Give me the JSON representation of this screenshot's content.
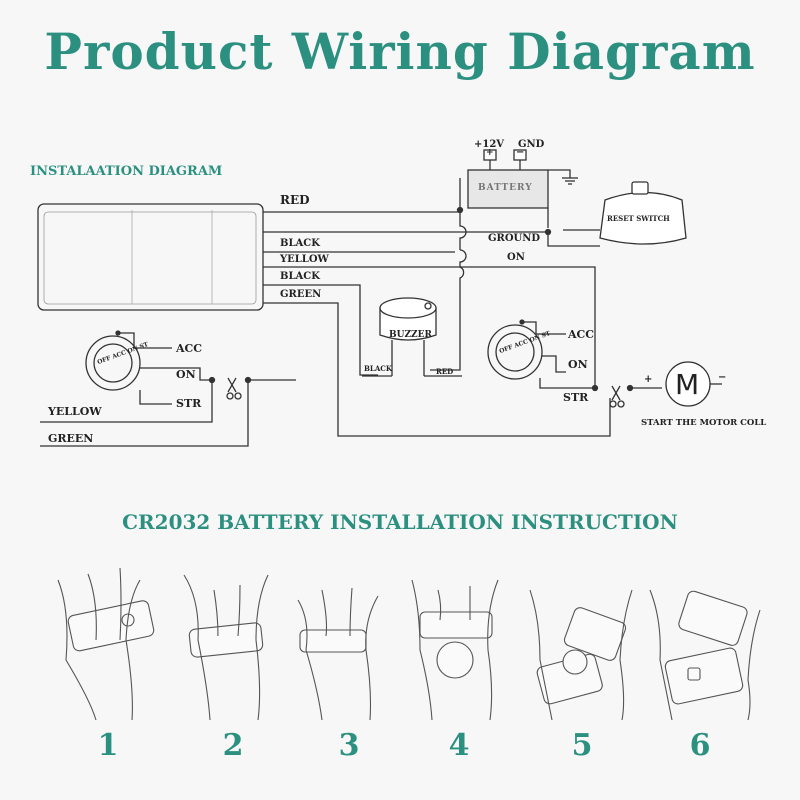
{
  "title": "Product Wiring Diagram",
  "install_diagram_label": "INSTALAATION DIAGRAM",
  "wires": {
    "red": "RED",
    "black1": "BLACK",
    "yellow": "YELLOW",
    "black2": "BLACK",
    "green": "GREEN",
    "ground": "GROUND",
    "on": "ON"
  },
  "battery": {
    "plus": "+12V",
    "gnd": "GND",
    "plus_sign": "+",
    "minus_sign": "−",
    "label": "BATTERY"
  },
  "reset_switch": "RESET SWITCH",
  "buzzer": {
    "label": "BUZZER",
    "black": "BLACK",
    "red": "RED"
  },
  "ignition_left": {
    "acc": "ACC",
    "on": "ON",
    "str": "STR",
    "yellow": "YELLOW",
    "green": "GREEN",
    "dial": "OFF ACC ON ST"
  },
  "ignition_right": {
    "acc": "ACC",
    "on": "ON",
    "str": "STR",
    "dial": "OFF ACC ON ST"
  },
  "motor": {
    "symbol": "M",
    "plus": "+",
    "minus": "−",
    "label": "START THE MOTOR COLL"
  },
  "battery_instruction_title": "CR2032 BATTERY INSTALLATION INSTRUCTION",
  "steps": [
    "1",
    "2",
    "3",
    "4",
    "5",
    "6"
  ]
}
